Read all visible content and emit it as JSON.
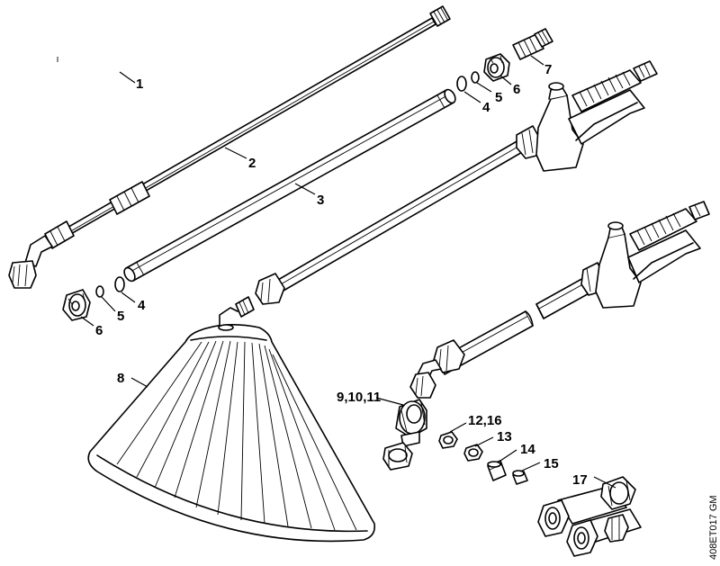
{
  "diagram": {
    "drawing_code": "408ET017 GM",
    "callouts": [
      {
        "id": "c1",
        "label": "1"
      },
      {
        "id": "c2",
        "label": "2"
      },
      {
        "id": "c3",
        "label": "3"
      },
      {
        "id": "c4a",
        "label": "4"
      },
      {
        "id": "c5a",
        "label": "5"
      },
      {
        "id": "c6a",
        "label": "6"
      },
      {
        "id": "c7",
        "label": "7"
      },
      {
        "id": "c4b",
        "label": "4"
      },
      {
        "id": "c5b",
        "label": "5"
      },
      {
        "id": "c6b",
        "label": "6"
      },
      {
        "id": "c8",
        "label": "8"
      },
      {
        "id": "c9",
        "label": "9,10,11"
      },
      {
        "id": "c12",
        "label": "12,16"
      },
      {
        "id": "c13",
        "label": "13"
      },
      {
        "id": "c14",
        "label": "14"
      },
      {
        "id": "c15",
        "label": "15"
      },
      {
        "id": "c17",
        "label": "17"
      }
    ]
  }
}
